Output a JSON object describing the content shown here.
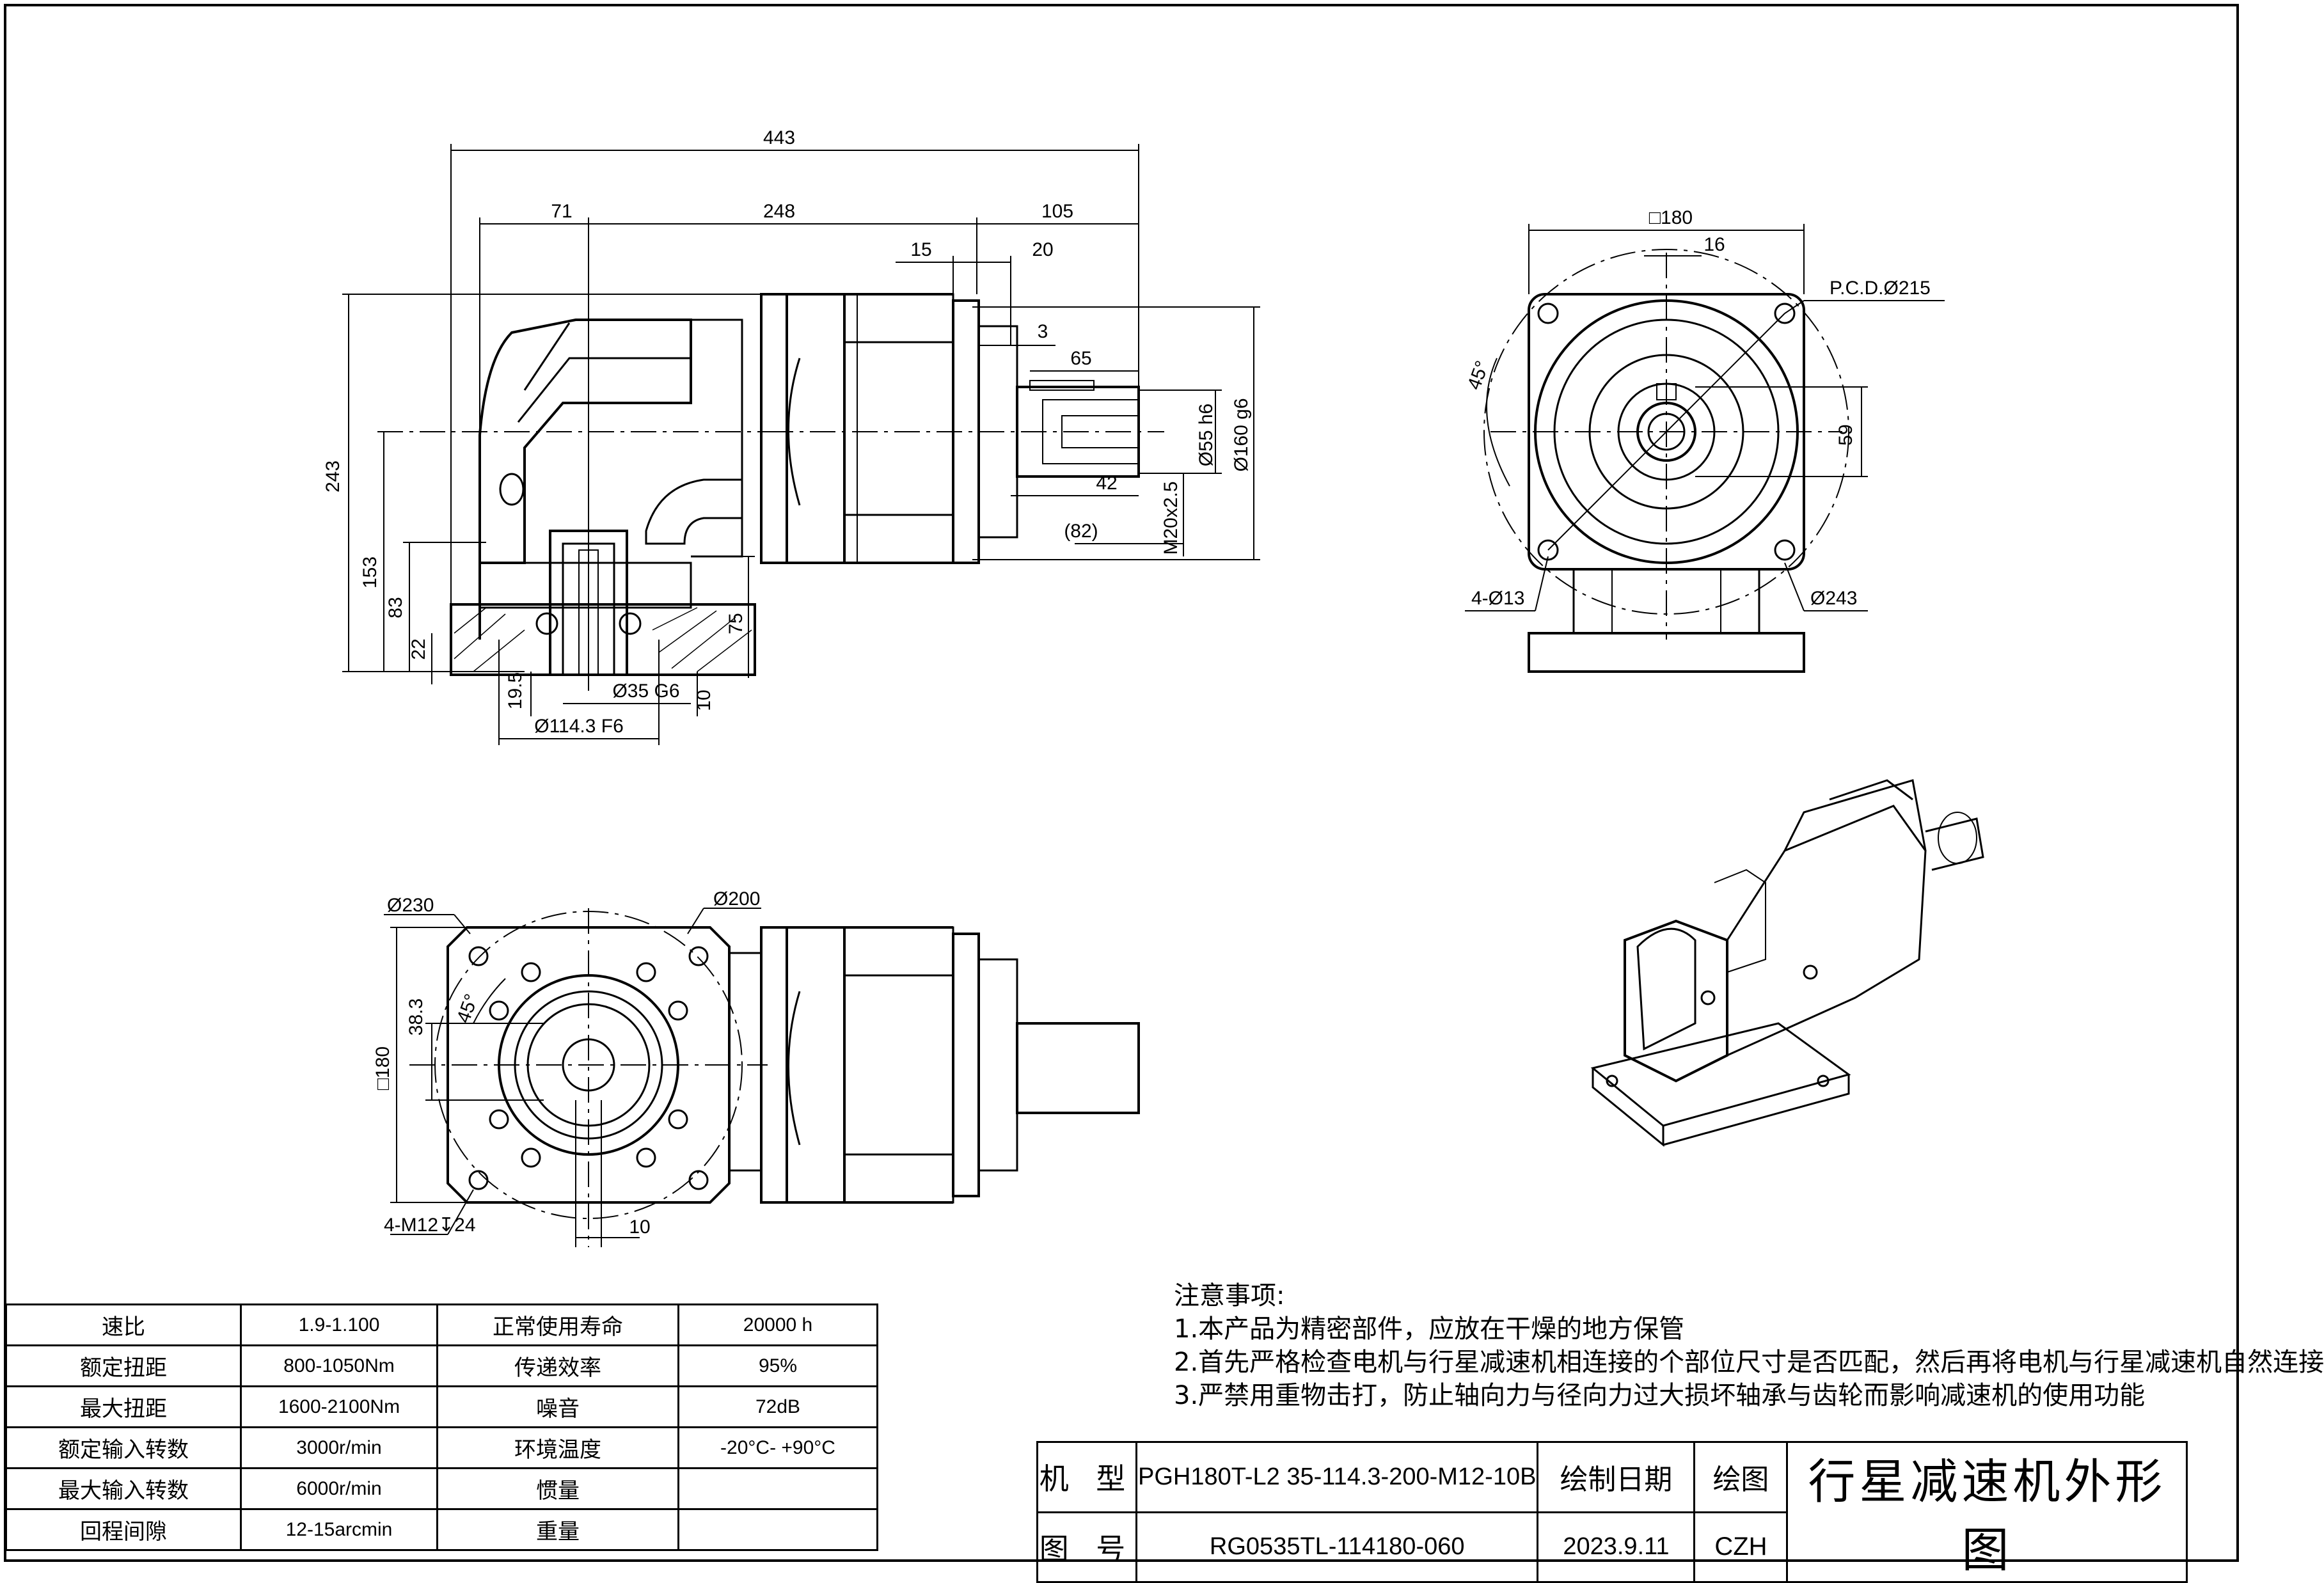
{
  "drawing": {
    "front_view": {
      "dims": {
        "overall_length": "443",
        "seg_71": "71",
        "seg_248": "248",
        "seg_105": "105",
        "d15": "15",
        "d20": "20",
        "d3": "3",
        "key_len": "65",
        "d42": "42",
        "d82": "(82)",
        "thread": "M20x2.5",
        "shaft_dia": "Ø55 h6",
        "pilot_dia": "Ø160 g6",
        "height_243": "243",
        "height_153": "153",
        "height_83": "83",
        "height_22": "22",
        "height_75": "75",
        "d19_5": "19.5",
        "bore": "Ø35 G6",
        "d10": "10",
        "flange_dia": "Ø114.3 F6"
      }
    },
    "side_view": {
      "dims": {
        "square": "□180",
        "key_width": "16",
        "pcd": "P.C.D.Ø215",
        "angle": "45°",
        "key_height": "59",
        "holes": "4-Ø13",
        "outer_dia": "Ø243"
      }
    },
    "bottom_view": {
      "dims": {
        "dia_230": "Ø230",
        "dia_200": "Ø200",
        "angle": "45°",
        "key_38": "38.3",
        "square": "□180",
        "tapped": "4-M12↧24",
        "key_10": "10"
      }
    }
  },
  "notes": {
    "title": "注意事项:",
    "items": [
      "1.本产品为精密部件，应放在干燥的地方保管",
      "2.首先严格检查电机与行星减速机相连接的个部位尺寸是否匹配，然后再将电机与行星减速机自然连接",
      "3.严禁用重物击打，防止轴向力与径向力过大损坏轴承与齿轮而影响减速机的使用功能"
    ]
  },
  "spec_table": [
    [
      "速比",
      "1.9-1.100",
      "正常使用寿命",
      "20000 h"
    ],
    [
      "额定扭距",
      "800-1050Nm",
      "传递效率",
      "95%"
    ],
    [
      "最大扭距",
      "1600-2100Nm",
      "噪音",
      "72dB"
    ],
    [
      "额定输入转数",
      "3000r/min",
      "环境温度",
      "-20°C- +90°C"
    ],
    [
      "最大输入转数",
      "6000r/min",
      "惯量",
      ""
    ],
    [
      "回程间隙",
      "12-15arcmin",
      "重量",
      ""
    ]
  ],
  "title_block": {
    "model_label": "机 型",
    "model_value": "PGH180T-L2 35-114.3-200-M12-10B",
    "drawing_no_label": "图 号",
    "drawing_no_value": "RG0535TL-114180-060",
    "date_label": "绘制日期",
    "date_value": "2023.9.11",
    "drafter_label": "绘图",
    "drafter_value": "CZH",
    "drawing_title": "行星减速机外形图"
  }
}
